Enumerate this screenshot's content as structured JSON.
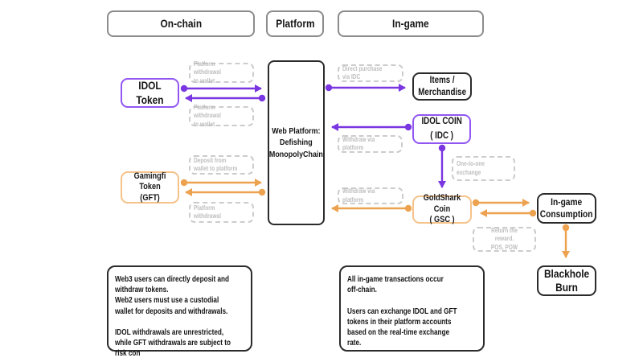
{
  "headers": {
    "onchain": "On-chain",
    "platform": "Platform",
    "ingame": "In-game"
  },
  "nodes": {
    "idol_token": "IDOL Token",
    "gamingfi_token": "Gamingfi Token\n(GFT)",
    "web_platform": "Web Platform:\nDefishing\nMonopolyChain",
    "items_merchandise": "Items /\nMerchandise",
    "idol_coin": "IDOL COIN\n( IDC )",
    "goldshark_coin": "GoldShark Coin\n( GSC )",
    "ingame_consumption": "In-game\nConsumption",
    "blackhole_burn": "Blackhole\nBurn"
  },
  "edge_labels": {
    "idol_deposit": "Platform withdrawal\nto wallet",
    "idol_withdraw": "Platform withdrawal\nto wallet",
    "gft_deposit": "Deposit from\nwallet to platform",
    "gft_withdraw": "Platform withdrawal",
    "direct_purchase": "Direct purchase via IDC",
    "idc_withdraw": "Withdraw via platform",
    "one_to_one_exchange": "One-to-one exchange",
    "gsc_withdraw": "Withdraw via platform",
    "return_reward": "Return the reward.\nPOS, POW"
  },
  "edges": [
    {
      "from": "idol_token",
      "to": "web_platform",
      "color": "purple",
      "label": "idol_deposit"
    },
    {
      "from": "web_platform",
      "to": "idol_token",
      "color": "purple",
      "label": "idol_withdraw"
    },
    {
      "from": "gamingfi_token",
      "to": "web_platform",
      "color": "orange",
      "label": "gft_deposit"
    },
    {
      "from": "web_platform",
      "to": "gamingfi_token",
      "color": "orange",
      "label": "gft_withdraw"
    },
    {
      "from": "web_platform",
      "to": "items_merchandise",
      "color": "purple",
      "label": "direct_purchase"
    },
    {
      "from": "idol_coin",
      "to": "web_platform",
      "color": "purple",
      "label": "idc_withdraw"
    },
    {
      "from": "idol_coin",
      "to": "goldshark_coin",
      "color": "purple",
      "label": "one_to_one_exchange"
    },
    {
      "from": "goldshark_coin",
      "to": "web_platform",
      "color": "orange",
      "label": "gsc_withdraw"
    },
    {
      "from": "goldshark_coin",
      "to": "ingame_consumption",
      "color": "orange",
      "label": ""
    },
    {
      "from": "ingame_consumption",
      "to": "goldshark_coin",
      "color": "orange",
      "label": "return_reward"
    },
    {
      "from": "ingame_consumption",
      "to": "blackhole_burn",
      "color": "orange",
      "label": ""
    }
  ],
  "notes": {
    "left": "Web3 users can directly deposit and\nwithdraw tokens.\nWeb2 users must use a custodial\nwallet for deposits and withdrawals.\n\nIDOL withdrawals are unrestricted,\nwhile GFT withdrawals are subject to\nrisk con",
    "right": "All in-game transactions occur\noff-chain.\n\nUsers can exchange IDOL and GFT\ntokens in their platform accounts\nbased on the real-time exchange\nrate."
  },
  "colors": {
    "purple_arrow": "#7a36e0",
    "purple_border": "#9257f2",
    "orange_arrow": "#eda24f",
    "orange_border": "#f5c289",
    "dark_border": "#2b2b2b",
    "dashed_text": "#bdbdbd"
  }
}
